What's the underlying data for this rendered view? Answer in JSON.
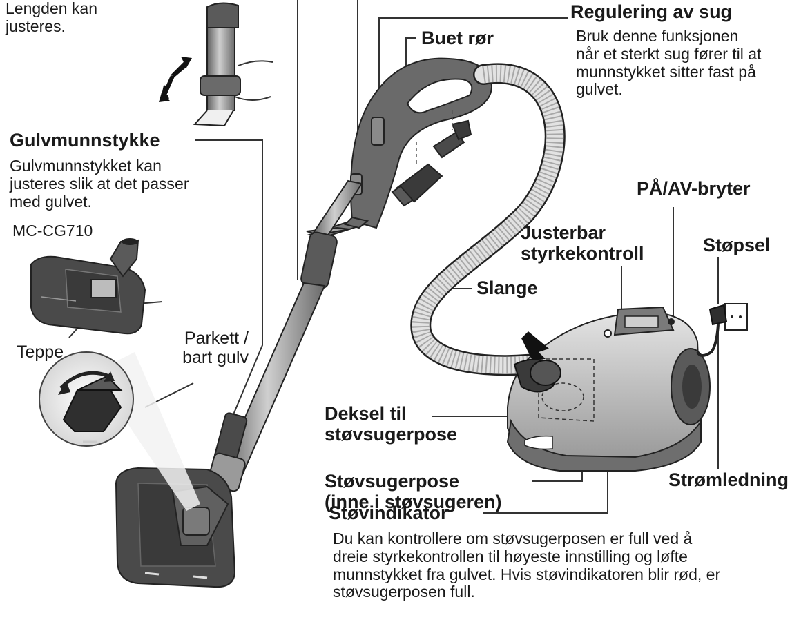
{
  "labels": {
    "length_note": "Lengden kan\njusteres.",
    "regulering_title": "Regulering av sug",
    "regulering_desc": "Bruk denne funksjonen\nnår et sterkt sug fører til at\nmunnstykket sitter fast på\ngulvet.",
    "buet_ror": "Buet rør",
    "gulvmunnstykke_title": "Gulvmunnstykke",
    "gulvmunnstykke_desc": "Gulvmunnstykket kan\njusteres slik at det passer\nmed gulvet.",
    "model": "MC-CG710",
    "teppe": "Teppe",
    "parkett": "Parkett /\nbart gulv",
    "pa_av": "PÅ/AV-bryter",
    "justerbar": "Justerbar\nstyrkekontroll",
    "stopsel": "Støpsel",
    "slange": "Slange",
    "deksel": "Deksel til\nstøvsugerpose",
    "stovsugerpose": "Støvsugerpose\n(inne i støvsugeren)",
    "stromledning": "Strømledning",
    "stovindikator_title": "Støvindikator",
    "stovindikator_desc": "Du kan kontrollere om støvsugerposen er full ved å\ndreie styrkekontrollen til høyeste innstilling og løfte\nmunnstykket fra gulvet. Hvis støvindikatoren blir rød, er\nstøvsugerposen full."
  },
  "colors": {
    "body_light": "#c8c8c8",
    "body_dark": "#4a4a4a",
    "hose": "#dcdcdc",
    "line": "#333333"
  }
}
